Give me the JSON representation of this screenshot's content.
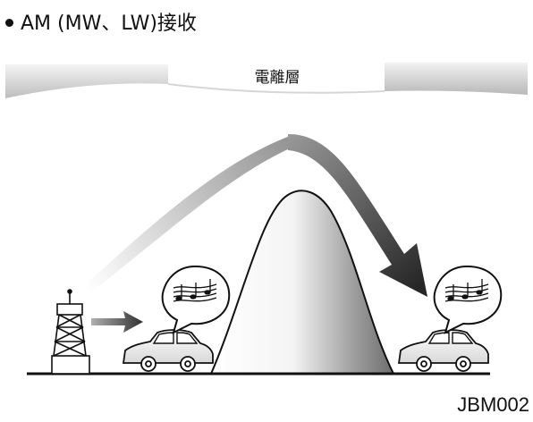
{
  "heading": "AM (MW、LW)接收",
  "ionosphere_label": "電離層",
  "figure_code": "JBM002",
  "icons": [
    "transmission-tower-icon",
    "car-icon",
    "music-notes-icon"
  ]
}
